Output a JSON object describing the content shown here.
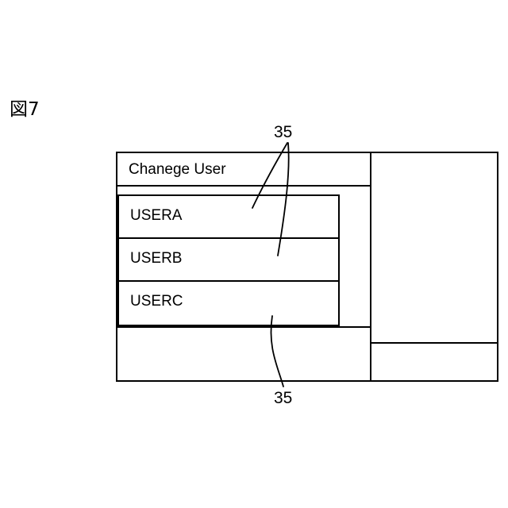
{
  "figure": {
    "label": "図7"
  },
  "window": {
    "title_bar": {
      "label": "Chanege User"
    },
    "dropdown": {
      "name": "user-select-dropdown",
      "options": [
        {
          "label": "USERA"
        },
        {
          "label": "USERB"
        },
        {
          "label": "USERC"
        }
      ]
    },
    "right_pane": {
      "main_label": "",
      "footer_label": ""
    },
    "body_label": ""
  },
  "annotations": {
    "reference_numerals": [
      {
        "id": "top",
        "text": "35"
      },
      {
        "id": "bottom",
        "text": "35"
      }
    ]
  },
  "colors": {
    "line": "#000000",
    "background": "#ffffff",
    "text": "#000000"
  }
}
